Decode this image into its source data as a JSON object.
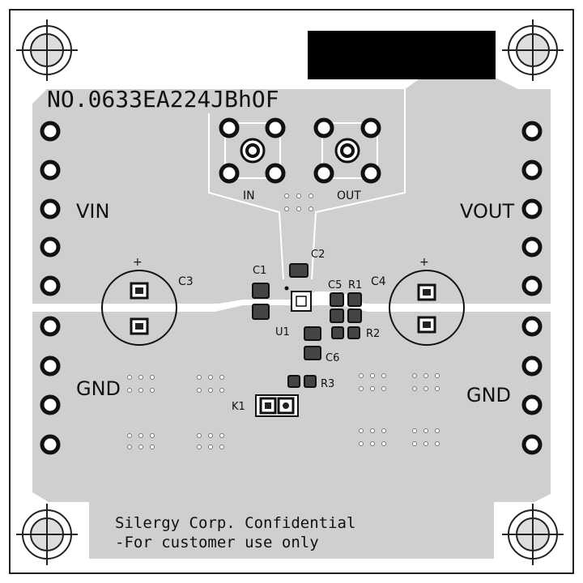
{
  "board": {
    "part_number": "NO.0633EA224JBhOF",
    "confidential_line1": "Silergy Corp. Confidential",
    "confidential_line2": "-For customer use only"
  },
  "labels": {
    "vin": "VIN",
    "vout": "VOUT",
    "gnd_left": "GND",
    "gnd_right": "GND",
    "in_connector": "IN",
    "out_connector": "OUT"
  },
  "components": {
    "c1": "C1",
    "c2": "C2",
    "c3": "C3",
    "c4": "C4",
    "c5": "C5",
    "c6": "C6",
    "r1": "R1",
    "r2": "R2",
    "r3": "R3",
    "u1": "U1",
    "k1": "K1",
    "cap_plus_left": "+",
    "cap_plus_right": "+"
  },
  "colors": {
    "copper_pour": "#cfcfcf",
    "silkscreen": "#111111",
    "board": "#ffffff",
    "pad": "#444444"
  }
}
